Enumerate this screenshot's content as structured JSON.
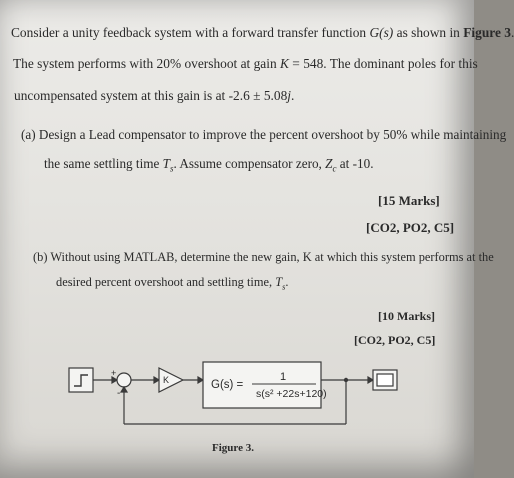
{
  "problem": {
    "intro_line1_pre": "Consider a unity feedback system with a forward transfer function ",
    "intro_line1_math": "G(s)",
    "intro_line1_post": " as shown in ",
    "intro_line1_ref": "Figure 3",
    "intro_line1_end": ".",
    "intro_line2_pre": "The system performs with 20% overshoot at gain ",
    "intro_line2_math": "K",
    "intro_line2_post": " = 548. The dominant poles for this",
    "intro_line3_pre": "uncompensated system at this gain is at -2.6 ± 5.08",
    "intro_line3_math": "j",
    "intro_line3_end": "."
  },
  "part_a": {
    "line1": "(a)  Design a Lead compensator to improve the percent overshoot by 50% while maintaining",
    "line2_pre": "the same settling time ",
    "line2_math": "T",
    "line2_sub": "s",
    "line2_mid": ". Assume compensator zero, ",
    "line2_math2": "Z",
    "line2_sub2": "c",
    "line2_post": " at -10.",
    "marks": "[15 Marks]",
    "outcomes": "[CO2, PO2, C5]"
  },
  "part_b": {
    "line1": "(b)  Without using MATLAB, determine the new gain, K at which this system performs at the",
    "line2_pre": "desired percent overshoot and settling time, ",
    "line2_math": "T",
    "line2_sub": "s",
    "line2_post": ".",
    "marks": "[10 Marks]",
    "outcomes": "[CO2, PO2, C5]"
  },
  "figure": {
    "gain_label": "K",
    "tf_lhs": "G(s) =",
    "tf_numerator": "1",
    "tf_denominator": "s(s² +22s+120)",
    "sum_plus": "+",
    "sum_minus": "-",
    "caption": "Figure 3."
  },
  "colors": {
    "ink": "#2a2a2a",
    "diagram_line": "#3a3a3a"
  }
}
